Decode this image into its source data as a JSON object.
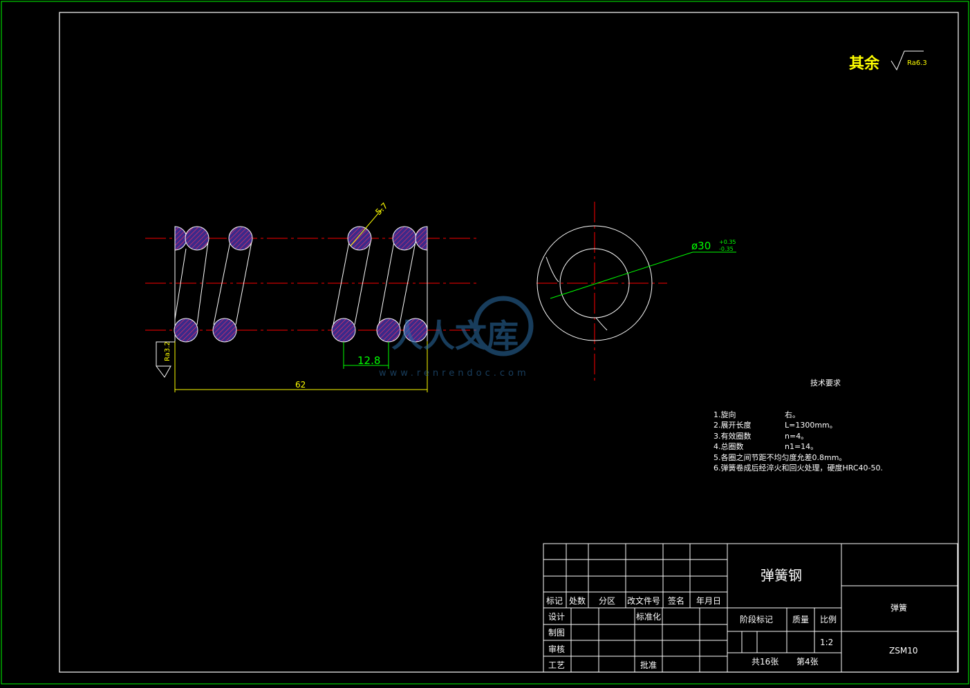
{
  "roughness": {
    "label": "其余",
    "value": "Ra6.3"
  },
  "left_roughness": "Ra3.2",
  "dims": {
    "wire": "5.7",
    "pitch": "12.8",
    "length": "62",
    "diameter": "ø30",
    "tol_upper": "+0.35",
    "tol_lower": "-0.35"
  },
  "watermark": {
    "text": "人人文库",
    "url": "www.renrendoc.com"
  },
  "tech": {
    "title": "技术要求",
    "items": [
      {
        "k": "1.旋向",
        "v": "右。"
      },
      {
        "k": "2.展开长度",
        "v": "L=1300mm。"
      },
      {
        "k": "3.有效圈数",
        "v": "n=4。"
      },
      {
        "k": "4.总圈数",
        "v": "n1=14。"
      },
      {
        "k": "5.各圈之间节距不均匀度允差0.8mm。",
        "v": ""
      },
      {
        "k": "6.弹簧卷成后经淬火和回火处理，硬度HRC40-50.",
        "v": ""
      }
    ]
  },
  "title_block": {
    "material": "弹簧钢",
    "part_name": "弹簧",
    "code": "ZSM10",
    "headers": [
      "标记",
      "处数",
      "分区",
      "改文件号",
      "签名",
      "年月日"
    ],
    "rows": [
      "设计",
      "制图",
      "审核",
      "工艺"
    ],
    "standardize": "标准化",
    "approve": "批准",
    "stage": "阶段标记",
    "mass": "质量",
    "scale_label": "比例",
    "scale": "1:2",
    "sheets_total": "共16张",
    "sheet_no": "第4张"
  },
  "colors": {
    "border": "#00ff00",
    "center": "#ff0000",
    "dim": "#00ff00",
    "yellow": "#ffff00",
    "hatch": "#ff00ff",
    "white": "#ffffff"
  }
}
